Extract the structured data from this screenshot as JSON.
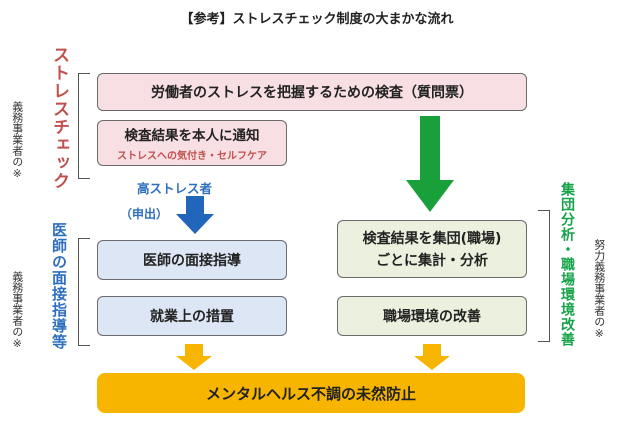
{
  "title": "【参考】ストレスチェック制度の大まかな流れ",
  "left_column": {
    "stress_check_label": "ストレスチェック",
    "doctor_label": "医師の面接指導等",
    "note_top": [
      "※",
      "事業者の",
      "義務"
    ],
    "note_bottom": [
      "※",
      "事業者の",
      "義務"
    ]
  },
  "right_column": {
    "group_label": "集団分析・職場環境改善",
    "note": [
      "※",
      "事業者の",
      "努力義務"
    ]
  },
  "boxes": {
    "survey": "労働者のストレスを把握するための検査（質問票）",
    "notify_main": "検査結果を本人に通知",
    "notify_sub": "ストレスへの気付き・セルフケア",
    "high_stress": "高ストレス者",
    "request": "（申出）",
    "interview": "医師の面接指導",
    "measures": "就業上の措置",
    "group_analysis_1": "検査結果を集団(職場)",
    "group_analysis_2": "ごとに集計・分析",
    "improvement": "職場環境の改善",
    "prevention": "メンタルヘルス不調の未然防止"
  },
  "colors": {
    "stress_check": "#c0504d",
    "doctor": "#2f6fbf",
    "group": "#17a34a",
    "high_stress_text": "#2f6fbf",
    "blue_arrow": "#2266bb",
    "green_arrow": "#1aa03a",
    "yellow_arrow": "#f7b500"
  }
}
